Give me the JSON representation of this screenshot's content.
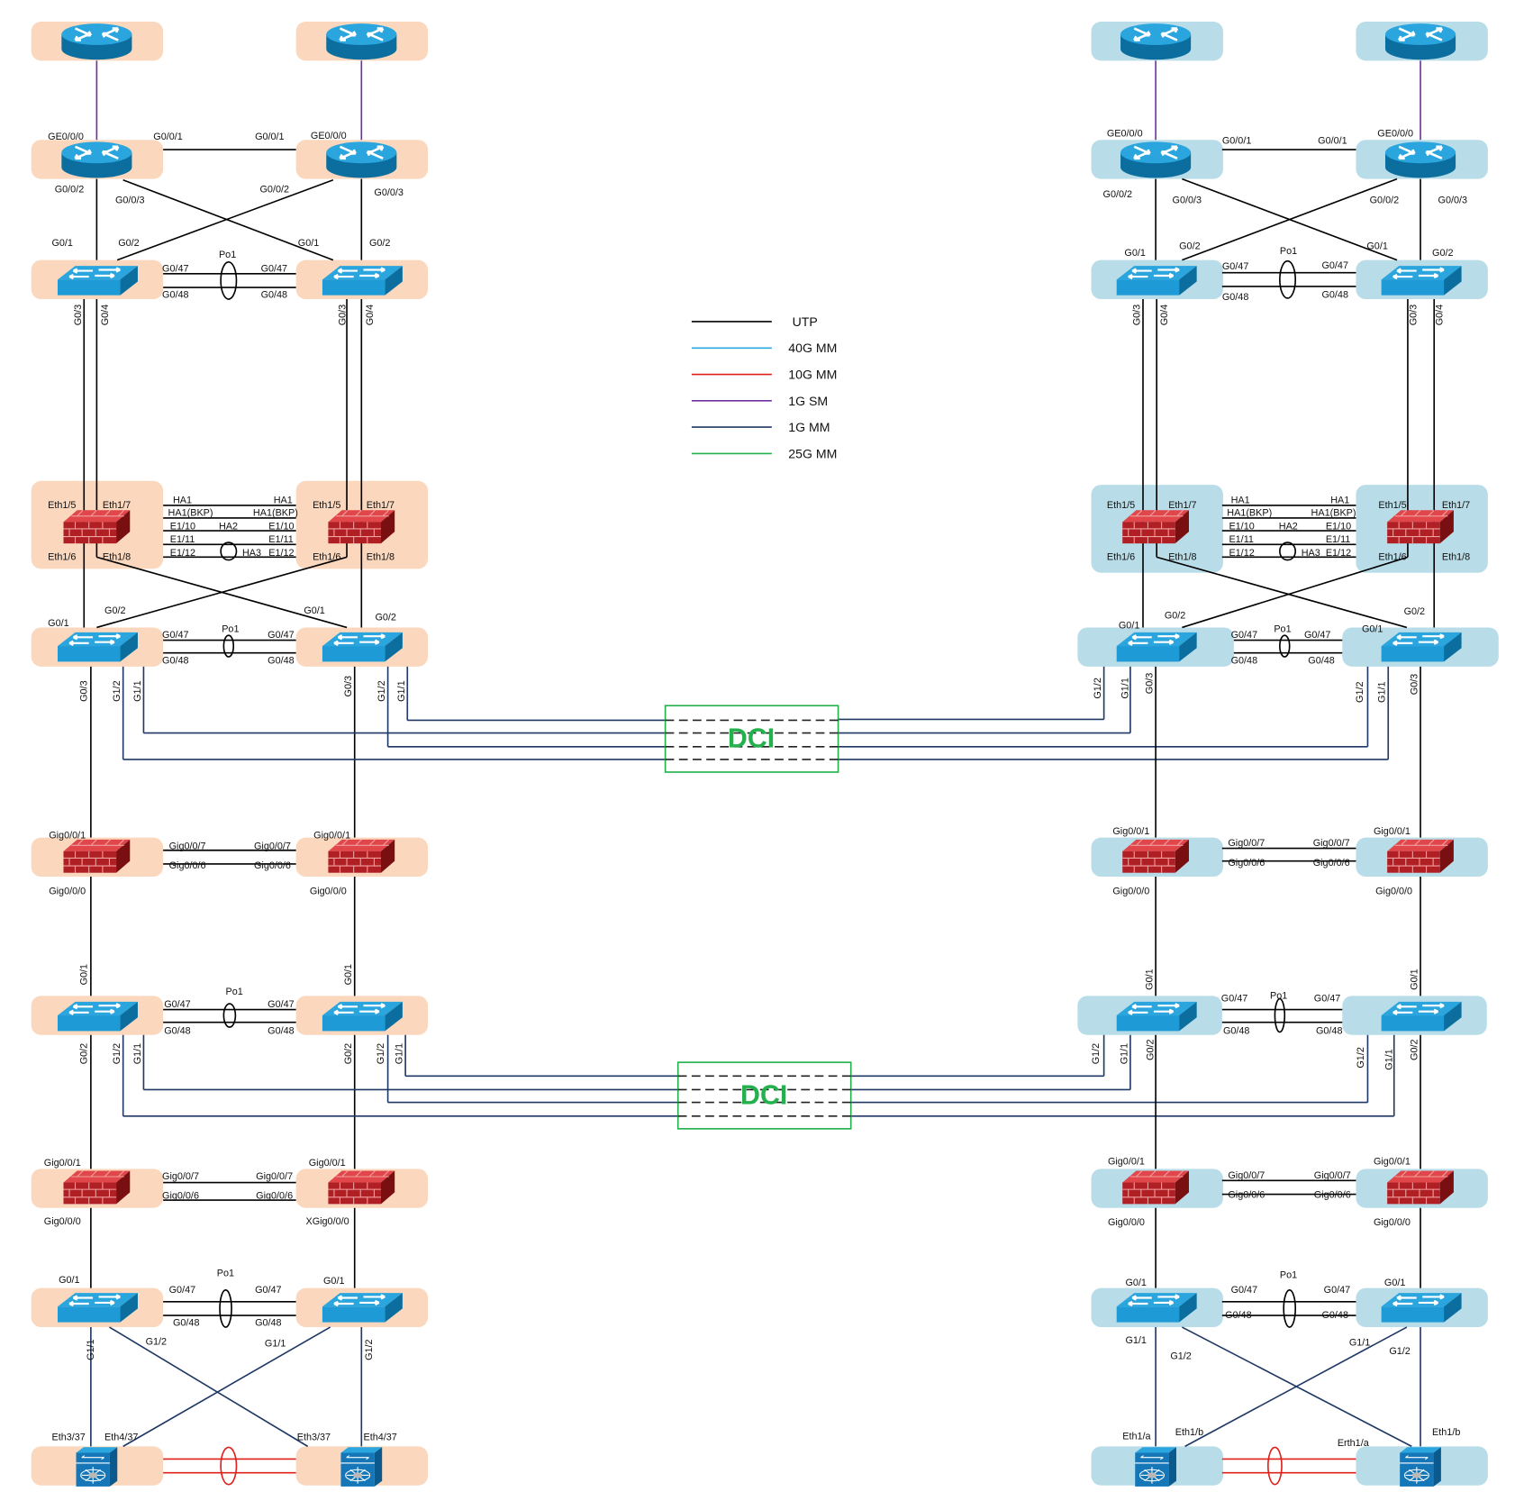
{
  "colors": {
    "site_left_bg": "#FAD7BD",
    "site_right_bg": "#B8DDE8",
    "utp": "#000000",
    "40g_mm": "#29ABE2",
    "10g_mm": "#E0201B",
    "1g_sm": "#7030A0",
    "1g_mm": "#1F3864",
    "25g_mm": "#22B14C"
  },
  "legend": [
    {
      "label": "UTP",
      "color": "#000000"
    },
    {
      "label": "40G MM",
      "color": "#29ABE2"
    },
    {
      "label": "10G MM",
      "color": "#E0201B"
    },
    {
      "label": "1G SM",
      "color": "#7030A0"
    },
    {
      "label": "1G MM",
      "color": "#1F3864"
    },
    {
      "label": "25G MM",
      "color": "#22B14C"
    }
  ],
  "dci": {
    "upper_label": "DCI",
    "lower_label": "DCI"
  },
  "sites": {
    "left": {
      "labels": [
        "GE0/0/0",
        "G0/0/1",
        "G0/0/1",
        "GE0/0/0",
        "G0/0/2",
        "G0/0/3",
        "G0/0/2",
        "G0/0/3",
        "G0/1",
        "G0/2",
        "G0/1",
        "G0/2",
        "Po1",
        "G0/47",
        "G0/48",
        "G0/47",
        "G0/48",
        "G0/3",
        "G0/4",
        "G0/3",
        "G0/4",
        "Eth1/5",
        "Eth1/7",
        "Eth1/6",
        "Eth1/8",
        "Eth1/5",
        "Eth1/7",
        "Eth1/6",
        "Eth1/8",
        "HA1",
        "HA1(BKP)",
        "E1/10",
        "HA2",
        "E1/11",
        "E1/12",
        "HA1",
        "HA1(BKP)",
        "E1/10",
        "E1/11",
        "HA3",
        "E1/12",
        "G0/1",
        "G0/2",
        "G0/1",
        "G0/2",
        "Po1",
        "G0/47",
        "G0/48",
        "G0/47",
        "G0/48",
        "G0/3",
        "G1/2",
        "G1/1",
        "G0/3",
        "G1/2",
        "G1/1",
        "Gig0/0/1",
        "Gig0/0/7",
        "Gig0/0/7",
        "Gig0/0/6",
        "Gig0/0/6",
        "Gig0/0/1",
        "Gig0/0/0",
        "Gig0/0/0",
        "G0/1",
        "G0/1",
        "Po1",
        "G0/47",
        "G0/48",
        "G0/47",
        "G0/48",
        "G0/2",
        "G1/2",
        "G1/1",
        "G0/2",
        "G1/2",
        "G1/1",
        "Gig0/0/1",
        "Gig0/0/7",
        "Gig0/0/7",
        "Gig0/0/6",
        "Gig0/0/6",
        "Gig0/0/1",
        "Gig0/0/0",
        "XGig0/0/0",
        "G0/1",
        "Po1",
        "G0/47",
        "G0/48",
        "G0/47",
        "G0/48",
        "G0/1",
        "G1/1",
        "G1/2",
        "G1/1",
        "G1/2",
        "Eth3/37",
        "Eth4/37",
        "Eth3/37",
        "Eth4/37"
      ]
    },
    "right": {
      "labels": [
        "GE0/0/0",
        "G0/0/1",
        "G0/0/1",
        "GE0/0/0",
        "G0/0/2",
        "G0/0/3",
        "G0/0/2",
        "G0/0/3",
        "G0/1",
        "G0/2",
        "Po1",
        "G0/1",
        "G0/2",
        "G0/47",
        "G0/48",
        "G0/47",
        "G0/48",
        "G0/3",
        "G0/4",
        "G0/3",
        "G0/4",
        "Eth1/5",
        "Eth1/7",
        "Eth1/6",
        "Eth1/8",
        "Eth1/5",
        "Eth1/7",
        "Eth1/6",
        "Eth1/8",
        "HA1",
        "HA1(BKP)",
        "E1/10",
        "HA2",
        "E1/11",
        "E1/12",
        "HA1",
        "HA1(BKP)",
        "E1/10",
        "E1/11",
        "HA3",
        "E1/12",
        "G0/1",
        "G0/2",
        "Po1",
        "G0/47",
        "G0/48",
        "G0/47",
        "G0/48",
        "G0/1",
        "G0/2",
        "G1/2",
        "G1/1",
        "G0/3",
        "G1/2",
        "G1/1",
        "G0/3",
        "Gig0/0/1",
        "Gig0/0/7",
        "Gig0/0/7",
        "Gig0/0/6",
        "Gig0/0/6",
        "Gig0/0/1",
        "Gig0/0/0",
        "Gig0/0/0",
        "G0/1",
        "G0/1",
        "G0/47",
        "Po1",
        "G0/47",
        "G0/48",
        "G0/48",
        "G1/2",
        "G1/1",
        "G0/2",
        "G1/2",
        "G1/1",
        "G0/2",
        "Gig0/0/1",
        "Gig0/0/7",
        "Gig0/0/7",
        "Gig0/0/6",
        "Gig0/0/6",
        "Gig0/0/1",
        "Gig0/0/0",
        "Gig0/0/0",
        "G0/1",
        "Po1",
        "G0/47",
        "G0/48",
        "G0/47",
        "G0/48",
        "G0/1",
        "G1/1",
        "G1/2",
        "G1/1",
        "G1/2",
        "Eth1/a",
        "Eth1/b",
        "Erth1/a",
        "Eth1/b"
      ]
    }
  }
}
